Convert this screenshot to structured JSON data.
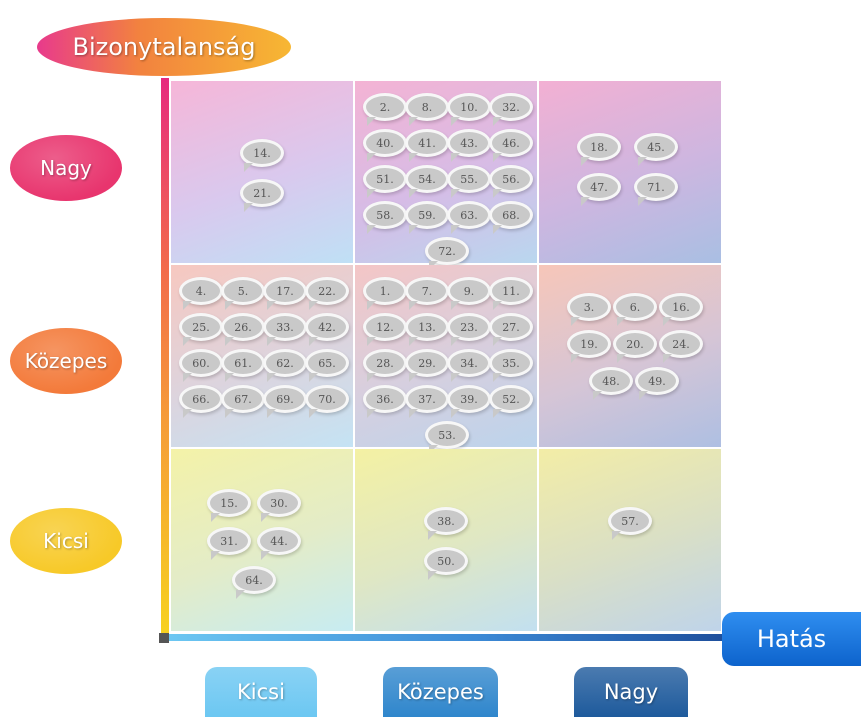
{
  "y_axis_title": "Bizonytalanság",
  "x_axis_title": "Hatás",
  "y_levels": [
    "Nagy",
    "Közepes",
    "Kicsi"
  ],
  "x_levels": [
    "Kicsi",
    "Közepes",
    "Nagy"
  ],
  "cells": [
    {
      "row": "Nagy",
      "col": "Kicsi",
      "bg": "linear-gradient(160deg,#f6b6d8 0%,#d9c9ee 55%,#bfe0f5 100%)",
      "items": [
        "14.",
        "21."
      ]
    },
    {
      "row": "Nagy",
      "col": "Közepes",
      "bg": "linear-gradient(160deg,#f4b3d4 0%,#d6bce6 55%,#b9d7ef 100%)",
      "items": [
        "2.",
        "8.",
        "10.",
        "32.",
        "40.",
        "41.",
        "43.",
        "46.",
        "51.",
        "54.",
        "55.",
        "56.",
        "58.",
        "59.",
        "63.",
        "68.",
        "72."
      ]
    },
    {
      "row": "Nagy",
      "col": "Nagy",
      "bg": "linear-gradient(160deg,#f3b0d3 0%,#cdb6e0 55%,#a9bfe3 100%)",
      "items": [
        "18.",
        "45.",
        "47.",
        "71."
      ]
    },
    {
      "row": "Közepes",
      "col": "Kicsi",
      "bg": "linear-gradient(160deg,#f7c8c0 0%,#dcd4de 55%,#c4e3f4 100%)",
      "items": [
        "4.",
        "5.",
        "17.",
        "22.",
        "25.",
        "26.",
        "33.",
        "42.",
        "60.",
        "61.",
        "62.",
        "65.",
        "66.",
        "67.",
        "69.",
        "70."
      ]
    },
    {
      "row": "Közepes",
      "col": "Közepes",
      "bg": "linear-gradient(160deg,#f4c6c6 0%,#d6cfdf 55%,#bcd4ec 100%)",
      "items": [
        "1.",
        "7.",
        "9.",
        "11.",
        "12.",
        "13.",
        "23.",
        "27.",
        "28.",
        "29.",
        "34.",
        "35.",
        "36.",
        "37.",
        "39.",
        "52.",
        "53."
      ]
    },
    {
      "row": "Közepes",
      "col": "Nagy",
      "bg": "linear-gradient(160deg,#f7c6b9 0%,#d5c5d6 55%,#aebfe2 100%)",
      "items": [
        "3.",
        "6.",
        "16.",
        "19.",
        "20.",
        "24.",
        "48.",
        "49."
      ]
    },
    {
      "row": "Kicsi",
      "col": "Kicsi",
      "bg": "linear-gradient(160deg,#f4f2a8 0%,#e3ecc8 55%,#c7ecf2 100%)",
      "items": [
        "15.",
        "30.",
        "31.",
        "44.",
        "64."
      ]
    },
    {
      "row": "Kicsi",
      "col": "Közepes",
      "bg": "linear-gradient(160deg,#f4f1a3 0%,#dfe7c4 55%,#c2e0f0 100%)",
      "items": [
        "38.",
        "50."
      ]
    },
    {
      "row": "Kicsi",
      "col": "Nagy",
      "bg": "linear-gradient(160deg,#f3eda6 0%,#d9dfc6 55%,#bfd4ea 100%)",
      "items": [
        "57."
      ]
    }
  ],
  "colors": {
    "y_levels": [
      "#e8356e",
      "#f37a3a",
      "#f7c928"
    ],
    "x_levels": [
      "#6cc7f2",
      "#2f86cc",
      "#1e5a9c"
    ]
  }
}
